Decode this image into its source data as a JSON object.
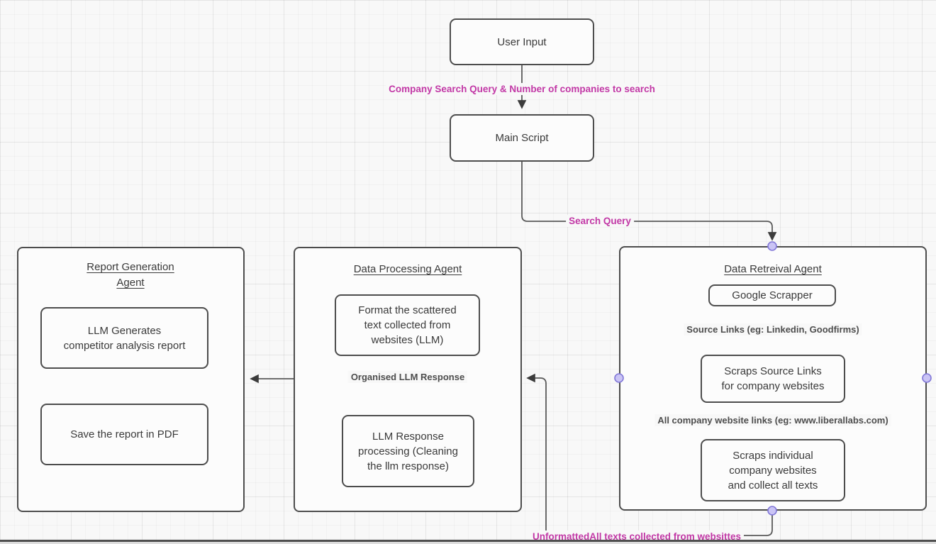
{
  "colors": {
    "magenta_label": "#c238a6",
    "box_border": "#4d4d4d",
    "connector_dot_fill": "#cac4f5",
    "connector_dot_stroke": "#8278d8"
  },
  "nodes": {
    "user_input": "User Input",
    "main_script": "Main Script"
  },
  "edge_labels": {
    "user_to_main": "Company Search Query & Number of companies to search",
    "main_to_retrieval": "Search Query",
    "scrapper_to_source": "Source Links (eg: Linkedin, Goodfirms)",
    "source_to_individual": "All company website links (eg: www.liberallabs.com)",
    "format_to_processing": "Organised LLM Response",
    "retrieval_to_processing": "UnformattedAll texts collected from websittes"
  },
  "agents": {
    "report": {
      "title": "Report Generation\nAgent",
      "step1": "LLM Generates\ncompetitor analysis report",
      "step2": "Save the report in PDF"
    },
    "processing": {
      "title": "Data Processing Agent",
      "step1": "Format the scattered\ntext collected from\nwebsites (LLM)",
      "step2": "LLM Response\nprocessing (Cleaning\nthe llm response)"
    },
    "retrieval": {
      "title": "Data Retreival Agent",
      "step1": "Google Scrapper",
      "step2": "Scraps Source Links\nfor company websites",
      "step3": "Scraps individual\ncompany websites\nand collect all texts"
    }
  }
}
